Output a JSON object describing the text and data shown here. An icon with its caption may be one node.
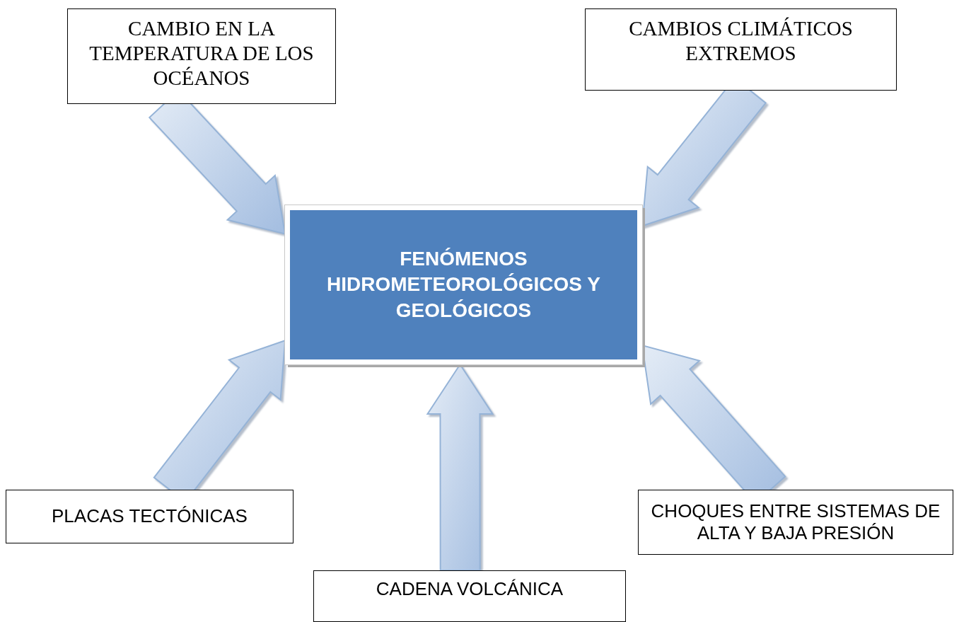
{
  "diagram": {
    "nodes": [
      {
        "text": [
          "FENÓMENOS HIDROMETEOROLÓGICOS Y GEOLÓGICOS"
        ]
      },
      {
        "text": [
          "CAMBIO EN LA TEMPERATURA DE LOS OCÉANOS"
        ]
      },
      {
        "text": [
          "CAMBIOS CLIMÁTICOS EXTREMOS"
        ]
      },
      {
        "text": [
          "PLACAS TECTÓNICAS"
        ]
      },
      {
        "text": [
          "CADENA VOLCÁNICA"
        ]
      },
      {
        "text": [
          "CHOQUES ENTRE SISTEMAS DE ALTA Y BAJA PRESIÓN"
        ]
      }
    ],
    "edges": [
      {
        "from": 1,
        "to": 0,
        "arrow": "to"
      },
      {
        "from": 2,
        "to": 0,
        "arrow": "to"
      },
      {
        "from": 3,
        "to": 0,
        "arrow": "to"
      },
      {
        "from": 4,
        "to": 0,
        "arrow": "to"
      },
      {
        "from": 5,
        "to": 0,
        "arrow": "to"
      }
    ]
  }
}
